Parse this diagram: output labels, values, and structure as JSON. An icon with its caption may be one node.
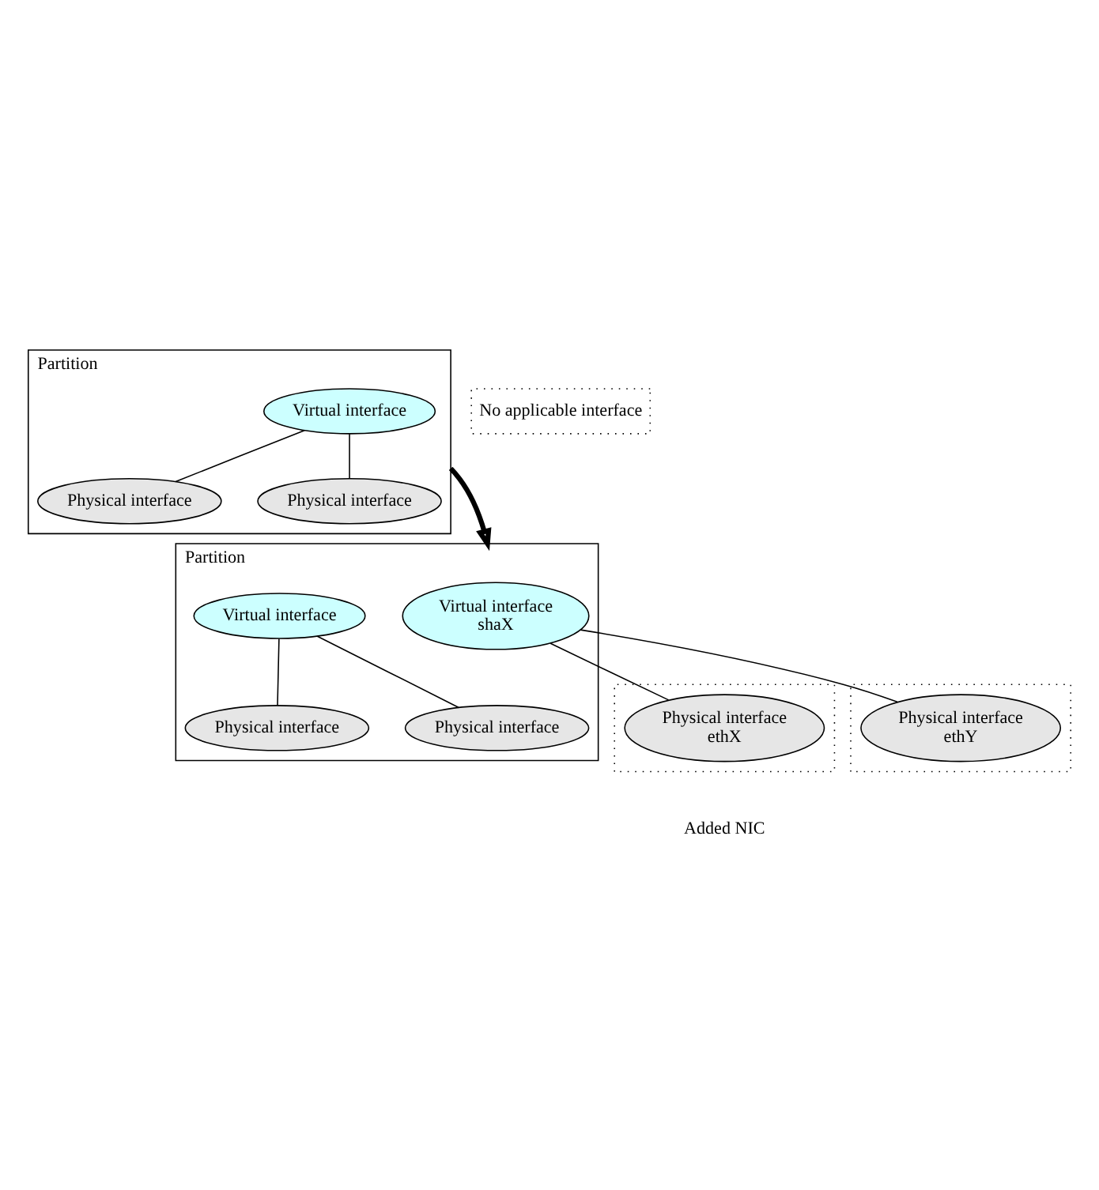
{
  "diagram": {
    "nodes": [
      {
        "text": [
          "Partition"
        ]
      },
      {
        "text": [
          "No applicable interface"
        ]
      },
      {
        "text": [
          "Virtual interface"
        ],
        "in": 0
      },
      {
        "text": [
          "Physical interface"
        ],
        "in": 0
      },
      {
        "text": [
          "Physical interface"
        ],
        "in": 0
      },
      {
        "text": [
          "Partition"
        ]
      },
      {
        "text": [
          "Virtual interface",
          "shaX"
        ],
        "in": 5
      },
      {
        "text": [],
        "shape": "box"
      },
      {
        "text": [
          "Physical interface",
          "ethX"
        ],
        "in": 7
      },
      {
        "text": [],
        "shape": "box"
      },
      {
        "text": [
          "Physical interface",
          "ethY"
        ],
        "in": 9
      },
      {
        "text": [
          "Virtual interface"
        ],
        "in": 5
      },
      {
        "text": [
          "Physical interface"
        ],
        "in": 5
      },
      {
        "text": [
          "Physical interface"
        ],
        "in": 5
      }
    ],
    "edges": [
      {
        "from": 2,
        "to": 3,
        "arrow": "none"
      },
      {
        "from": 2,
        "to": 4,
        "arrow": "none"
      },
      {
        "from": 0,
        "to": 5,
        "arrow": "to",
        "style": "thick"
      },
      {
        "from": 6,
        "to": 8,
        "arrow": "none"
      },
      {
        "from": 6,
        "to": 10,
        "arrow": "none"
      },
      {
        "from": 11,
        "to": 12,
        "arrow": "none"
      },
      {
        "from": 11,
        "to": 13,
        "arrow": "none"
      }
    ],
    "labels": [
      "Added NIC"
    ]
  }
}
